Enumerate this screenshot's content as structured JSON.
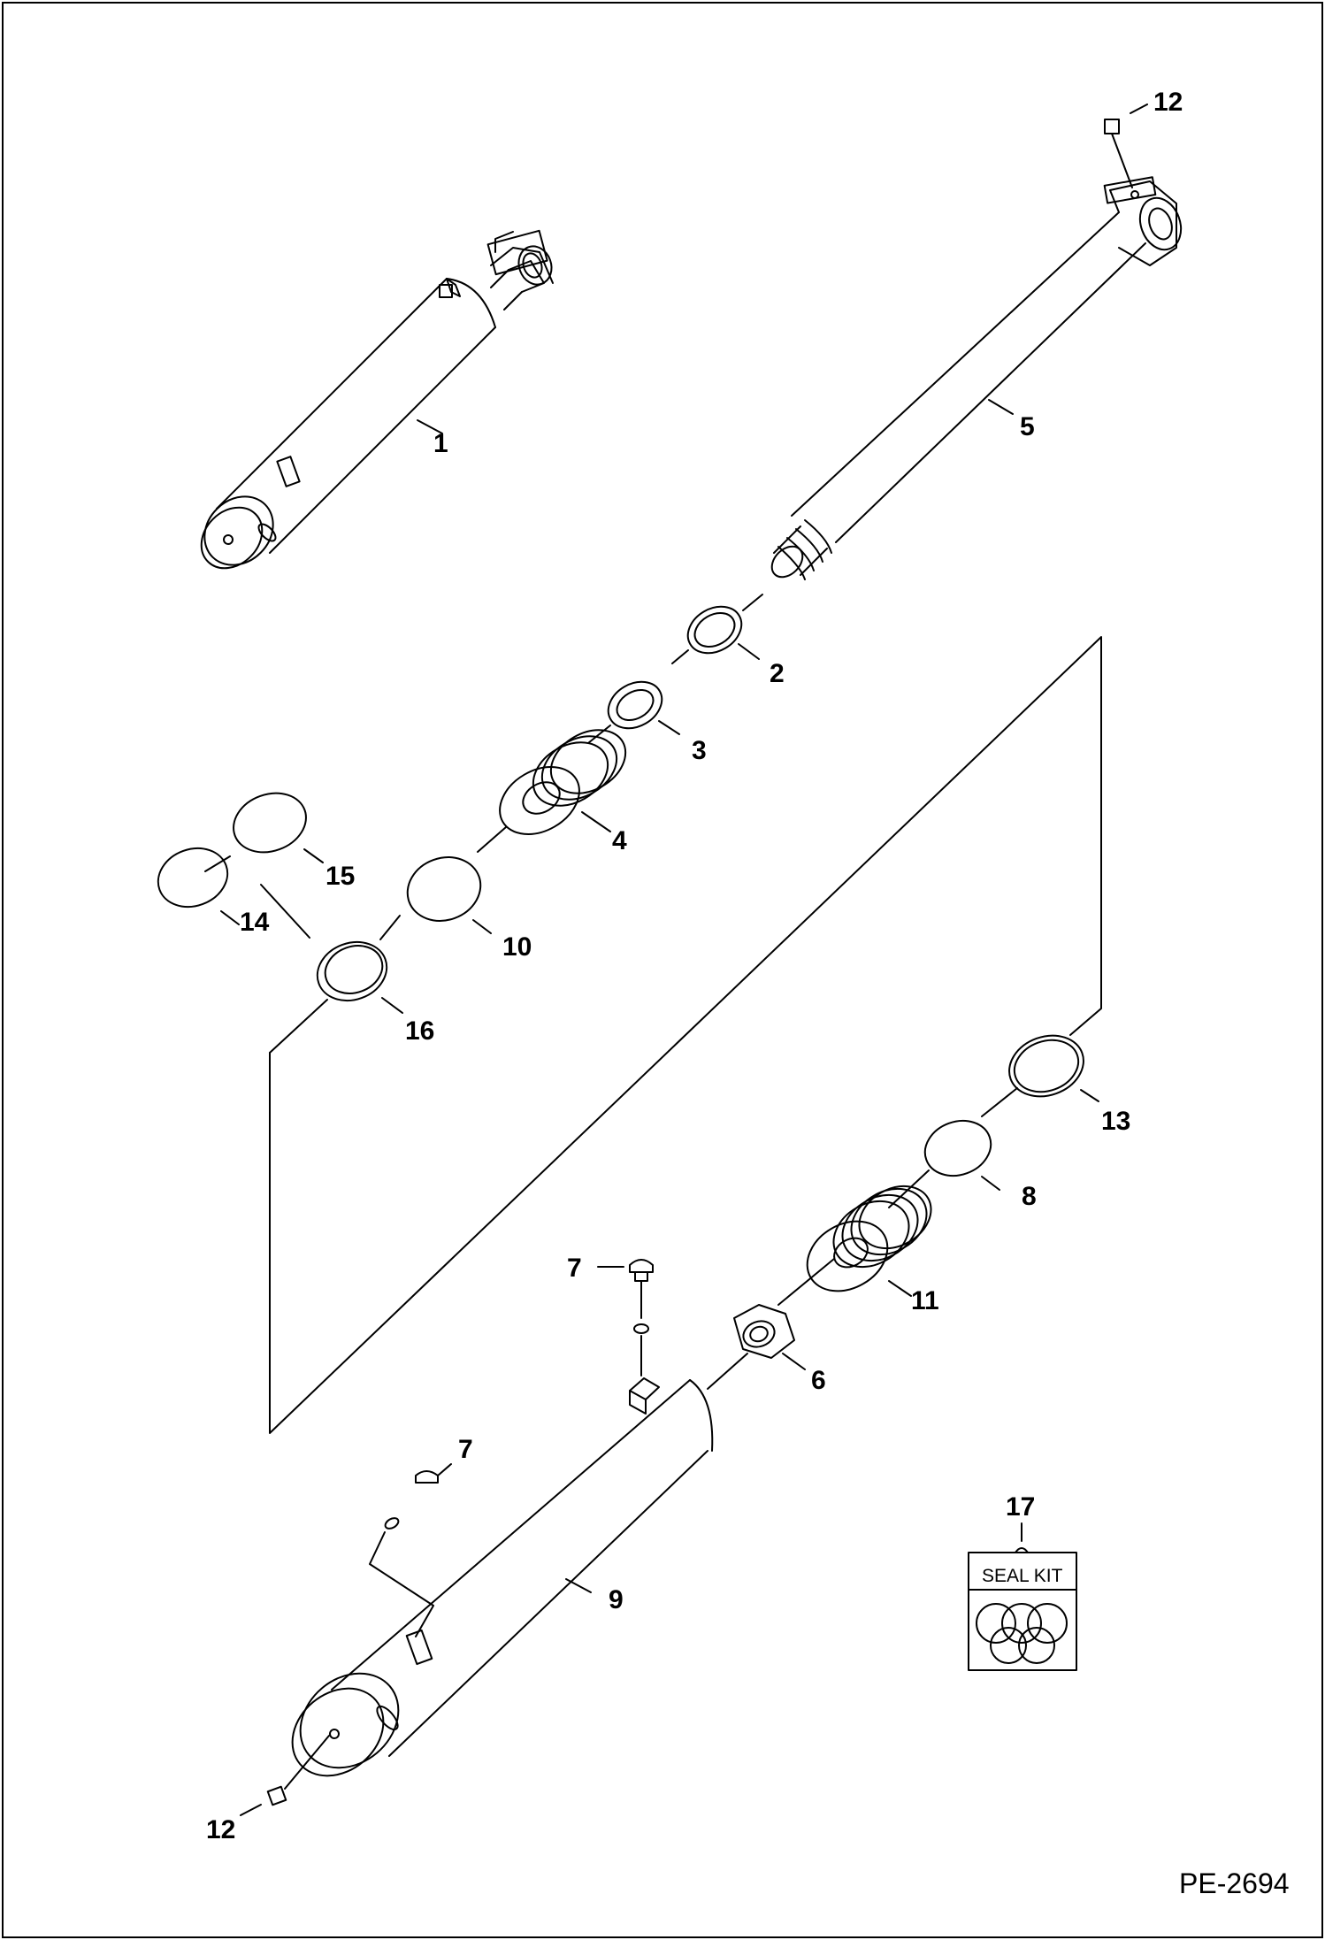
{
  "drawing_ref": "PE-2694",
  "seal_kit_text": "SEAL KIT",
  "callouts": [
    {
      "id": "c1",
      "text": "1"
    },
    {
      "id": "c2",
      "text": "2"
    },
    {
      "id": "c3",
      "text": "3"
    },
    {
      "id": "c4",
      "text": "4"
    },
    {
      "id": "c5",
      "text": "5"
    },
    {
      "id": "c6",
      "text": "6"
    },
    {
      "id": "c7a",
      "text": "7"
    },
    {
      "id": "c7b",
      "text": "7"
    },
    {
      "id": "c8",
      "text": "8"
    },
    {
      "id": "c9",
      "text": "9"
    },
    {
      "id": "c10",
      "text": "10"
    },
    {
      "id": "c11",
      "text": "11"
    },
    {
      "id": "c12a",
      "text": "12"
    },
    {
      "id": "c12b",
      "text": "12"
    },
    {
      "id": "c13",
      "text": "13"
    },
    {
      "id": "c14",
      "text": "14"
    },
    {
      "id": "c15",
      "text": "15"
    },
    {
      "id": "c16",
      "text": "16"
    },
    {
      "id": "c17",
      "text": "17"
    }
  ]
}
